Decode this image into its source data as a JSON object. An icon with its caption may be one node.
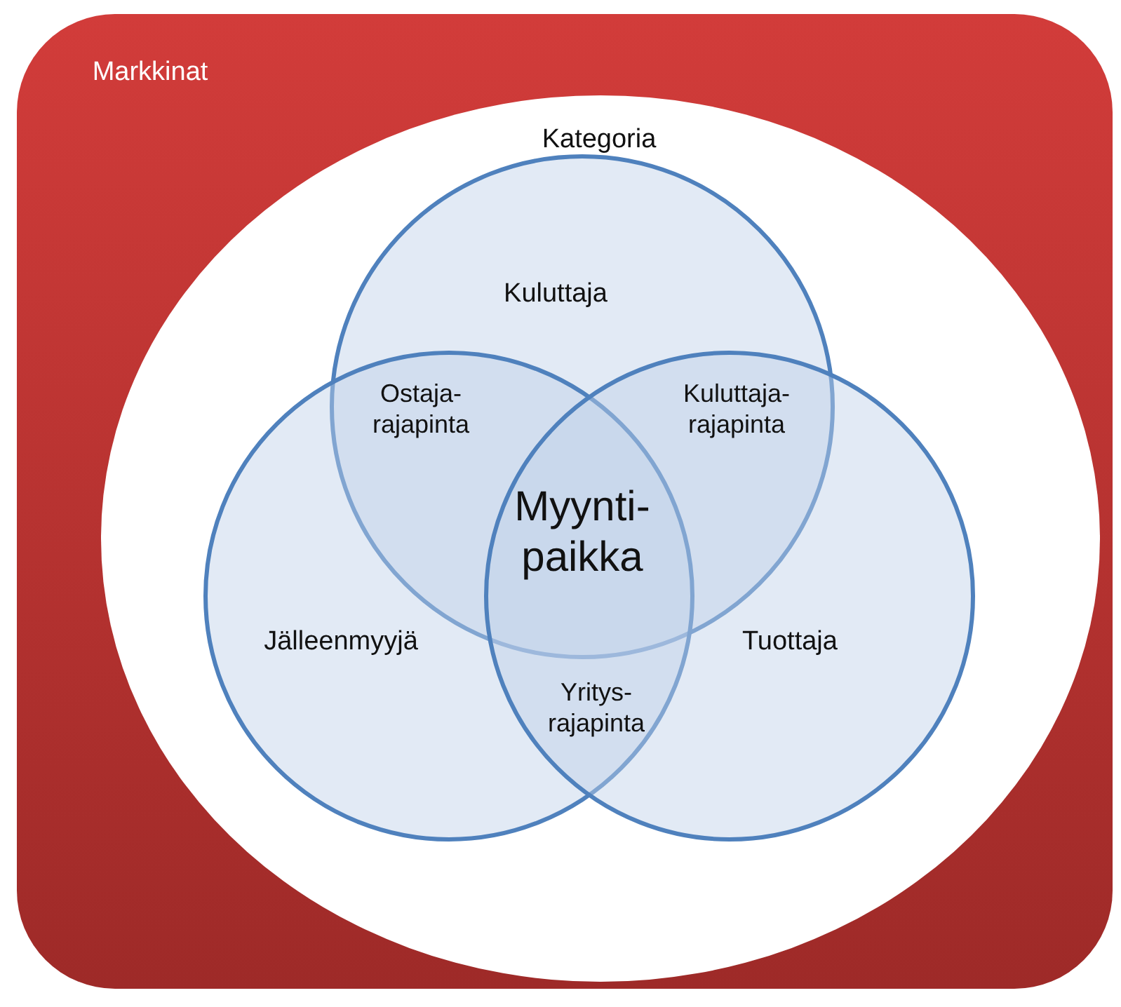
{
  "diagram": {
    "nodes": [
      {
        "text": [
          "Markkinat"
        ]
      },
      {
        "text": [
          "Kategoria"
        ],
        "in": 0
      },
      {
        "text": [
          "Kuluttaja"
        ],
        "in": 1
      },
      {
        "text": [
          "Jälleenmyyjä"
        ],
        "in": 1
      },
      {
        "text": [
          "Tuottaja"
        ],
        "in": 1
      }
    ],
    "edges": [],
    "labels": [
      "Ostaja- rajapinta",
      "Kuluttaja- rajapinta",
      "Myynti- paikka",
      "Yritys- rajapinta"
    ]
  }
}
